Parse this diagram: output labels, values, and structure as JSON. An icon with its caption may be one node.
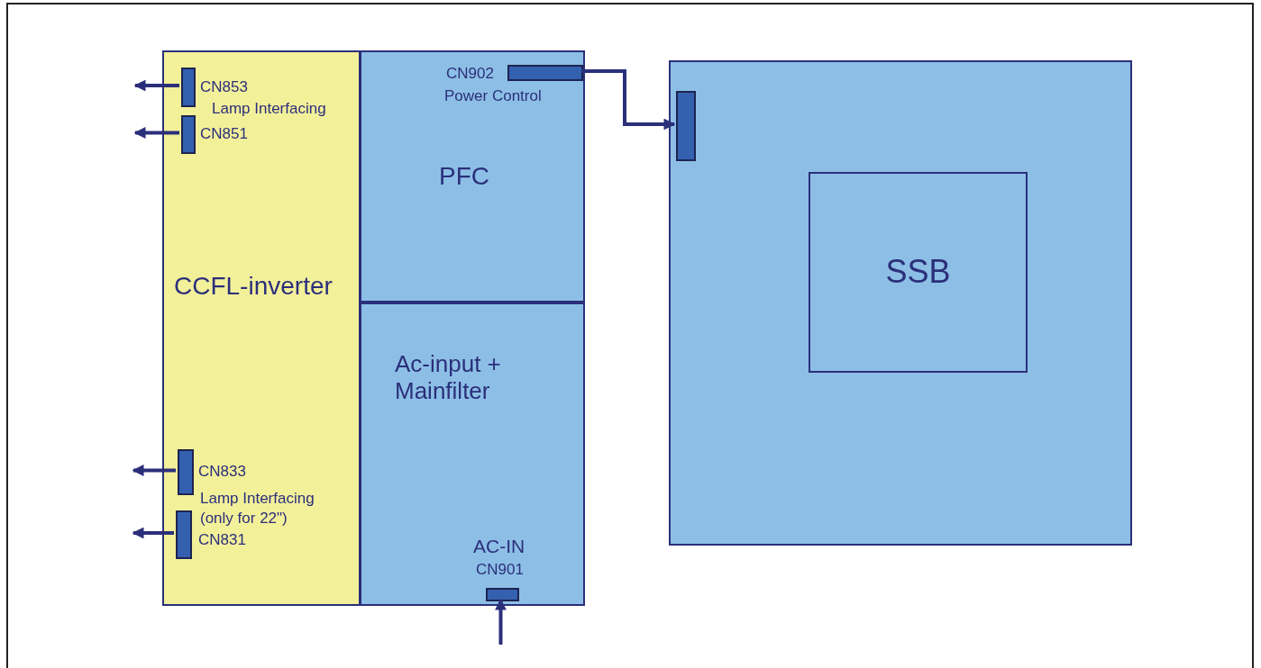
{
  "diagram": {
    "nodes": [
      {
        "text": [
          "CCFL-inverter"
        ]
      },
      {
        "text": [
          "PFC"
        ]
      },
      {
        "text": [
          "Ac-input + Mainfilter"
        ]
      },
      {
        "text": [],
        "shape": "bar",
        "in": 1,
        "beside": [
          "CN902",
          "Power Control"
        ]
      },
      {
        "text": [],
        "shape": "box"
      },
      {
        "text": [],
        "shape": "bar",
        "in": 4
      },
      {
        "text": [
          "SSB"
        ],
        "in": 4
      },
      {
        "text": [],
        "shape": "bar",
        "in": 0,
        "beside": [
          "CN853"
        ]
      },
      {
        "text": [],
        "shape": "bar",
        "in": 0,
        "beside": [
          "CN851"
        ]
      },
      {
        "text": [],
        "shape": "bar",
        "in": 0,
        "beside": [
          "CN833"
        ]
      },
      {
        "text": [],
        "shape": "bar",
        "in": 0,
        "beside": [
          "CN831"
        ]
      },
      {
        "text": [],
        "shape": "bar",
        "in": 2,
        "beside": [
          "AC-IN",
          "CN901"
        ]
      }
    ],
    "edges": [
      {
        "from": 3,
        "to": 5,
        "arrow": "to"
      },
      {
        "from": 7,
        "to": null,
        "arrow": "to"
      },
      {
        "from": 8,
        "to": null,
        "arrow": "to"
      },
      {
        "from": 9,
        "to": null,
        "arrow": "to"
      },
      {
        "from": 10,
        "to": null,
        "arrow": "to"
      },
      {
        "from": null,
        "to": 11,
        "arrow": "to"
      }
    ],
    "labels": [
      "Lamp Interfacing",
      "Lamp Interfacing (only for 22\")"
    ]
  }
}
